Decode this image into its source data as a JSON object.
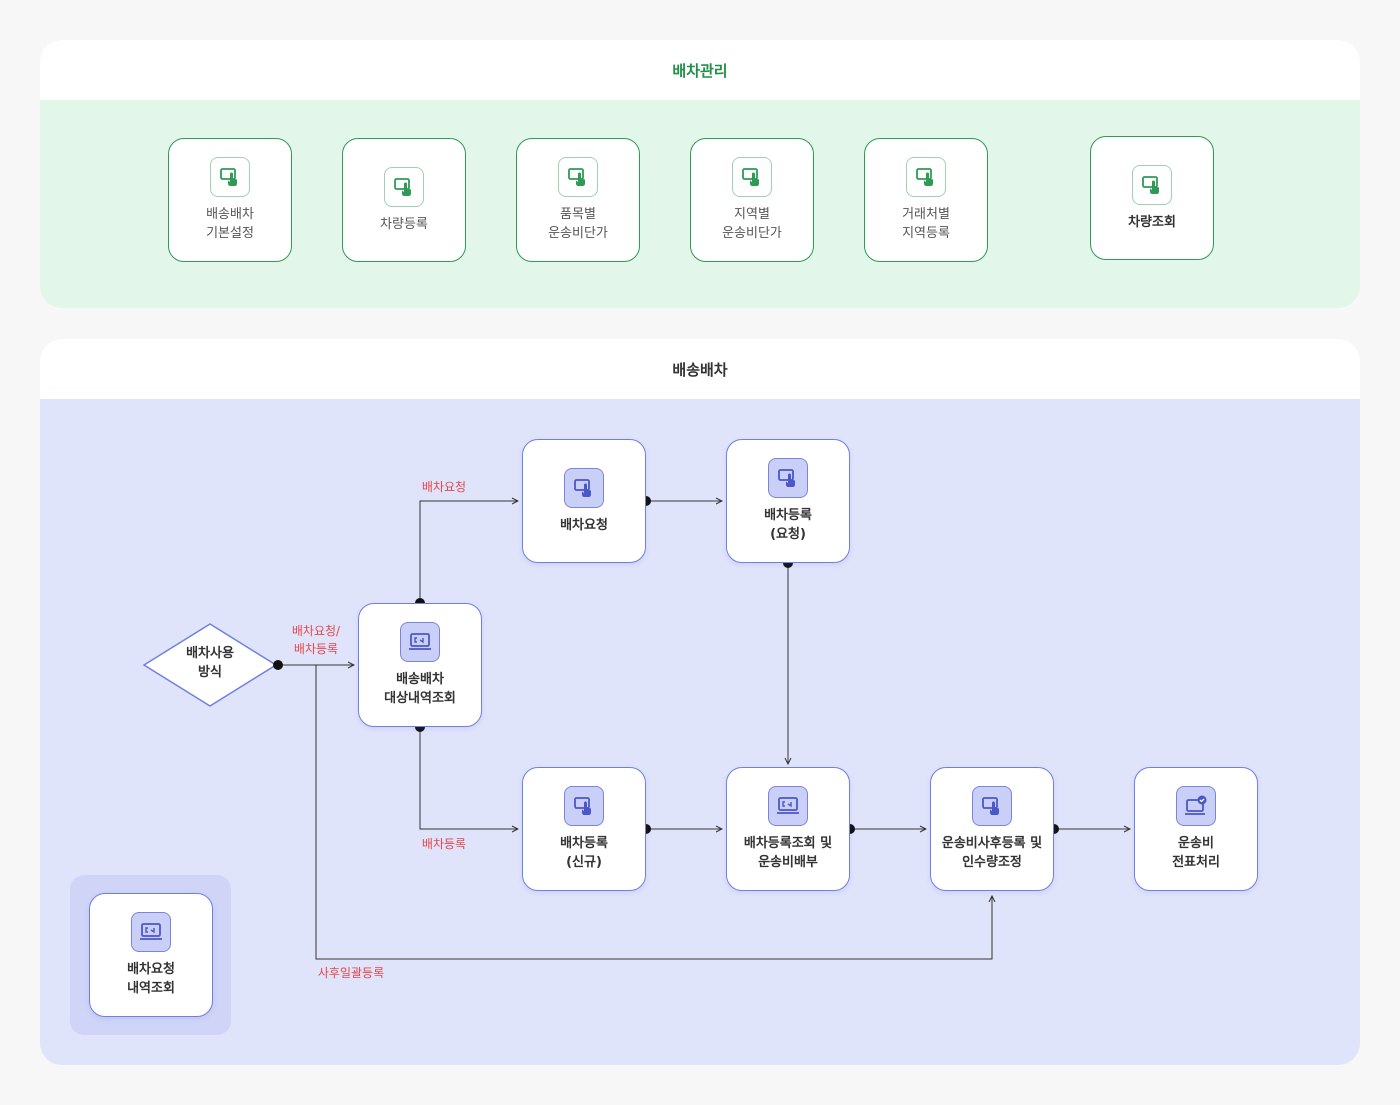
{
  "sections": {
    "management": {
      "title": "배차관리"
    },
    "delivery": {
      "title": "배송배차"
    }
  },
  "management_items": [
    {
      "label": "배송배차\n기본설정",
      "icon": "touch-screen-icon"
    },
    {
      "label": "차량등록",
      "icon": "touch-screen-icon"
    },
    {
      "label": "품목별\n운송비단가",
      "icon": "touch-screen-icon"
    },
    {
      "label": "지역별\n운송비단가",
      "icon": "touch-screen-icon"
    },
    {
      "label": "거래처별\n지역등록",
      "icon": "touch-screen-icon"
    },
    {
      "label": "차량조회",
      "icon": "touch-screen-icon"
    }
  ],
  "flow": {
    "decision": {
      "label": "배차사용\n방식"
    },
    "nodes": {
      "target_search": {
        "label": "배송배차\n대상내역조회",
        "icon": "laptop-icon"
      },
      "request": {
        "label": "배차요청",
        "icon": "touch-screen-icon"
      },
      "register_request": {
        "label": "배차등록\n(요청)",
        "icon": "touch-screen-icon"
      },
      "register_new": {
        "label": "배차등록\n(신규)",
        "icon": "touch-screen-icon"
      },
      "register_search": {
        "label": "배차등록조회 및\n운송비배부",
        "icon": "laptop-icon"
      },
      "post_register": {
        "label": "운송비사후등록 및\n인수량조정",
        "icon": "touch-screen-icon"
      },
      "slip": {
        "label": "운송비\n전표처리",
        "icon": "laptop-check-icon"
      },
      "request_history": {
        "label": "배차요청\n내역조회",
        "icon": "laptop-icon"
      }
    },
    "edge_labels": {
      "request": "배차요청",
      "request_or_register": "배차요청/\n배차등록",
      "register": "배차등록",
      "bulk_post": "사후일괄등록"
    }
  },
  "colors": {
    "green_accent": "#2e9a55",
    "blue_accent": "#7080e0",
    "edge_label": "#e5474b",
    "line": "#333333"
  }
}
